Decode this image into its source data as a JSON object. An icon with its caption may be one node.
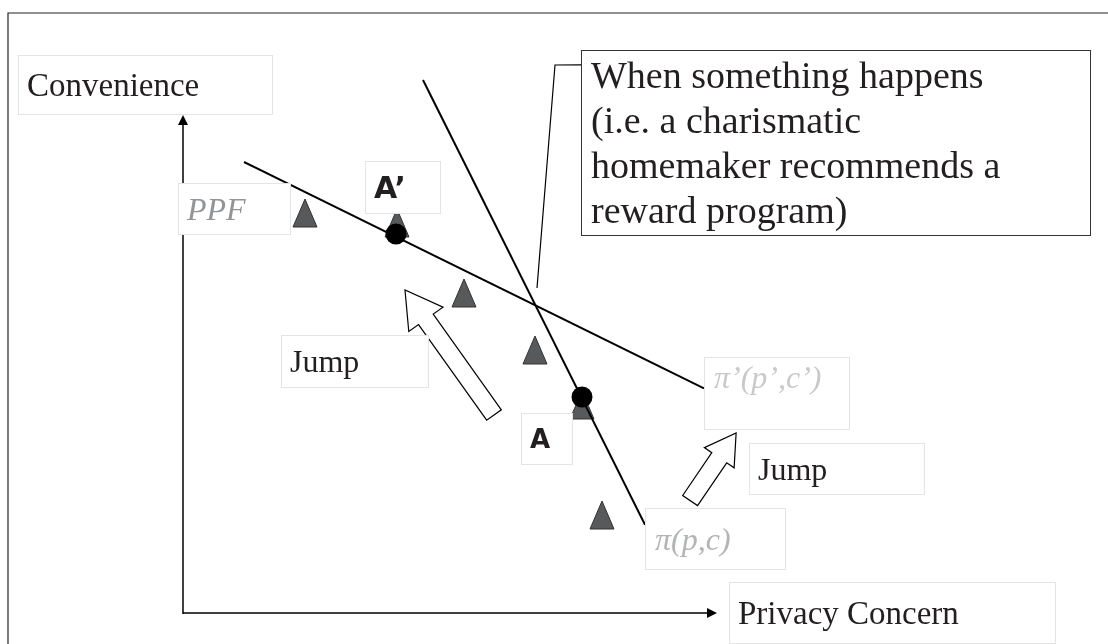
{
  "diagram": {
    "nodes": [
      {
        "text": [
          "When something happens (i.e. a charismatic homemaker recommends a reward program)"
        ]
      },
      {
        "text": [
          "π’(p’,c’)"
        ]
      },
      {
        "text": [
          "π(p,c)"
        ]
      }
    ],
    "edges": [
      {
        "from": 0,
        "to": null,
        "arrow": "none"
      },
      {
        "from": null,
        "to": 1,
        "arrow": "none"
      },
      {
        "from": null,
        "to": 2,
        "arrow": "none"
      },
      {
        "from": 2,
        "to": 1,
        "arrow": "to",
        "style": "thick"
      }
    ],
    "labels": [
      "Convenience",
      "A’",
      "PPF",
      "Jump",
      "A",
      "Jump",
      "Privacy Concern"
    ]
  }
}
